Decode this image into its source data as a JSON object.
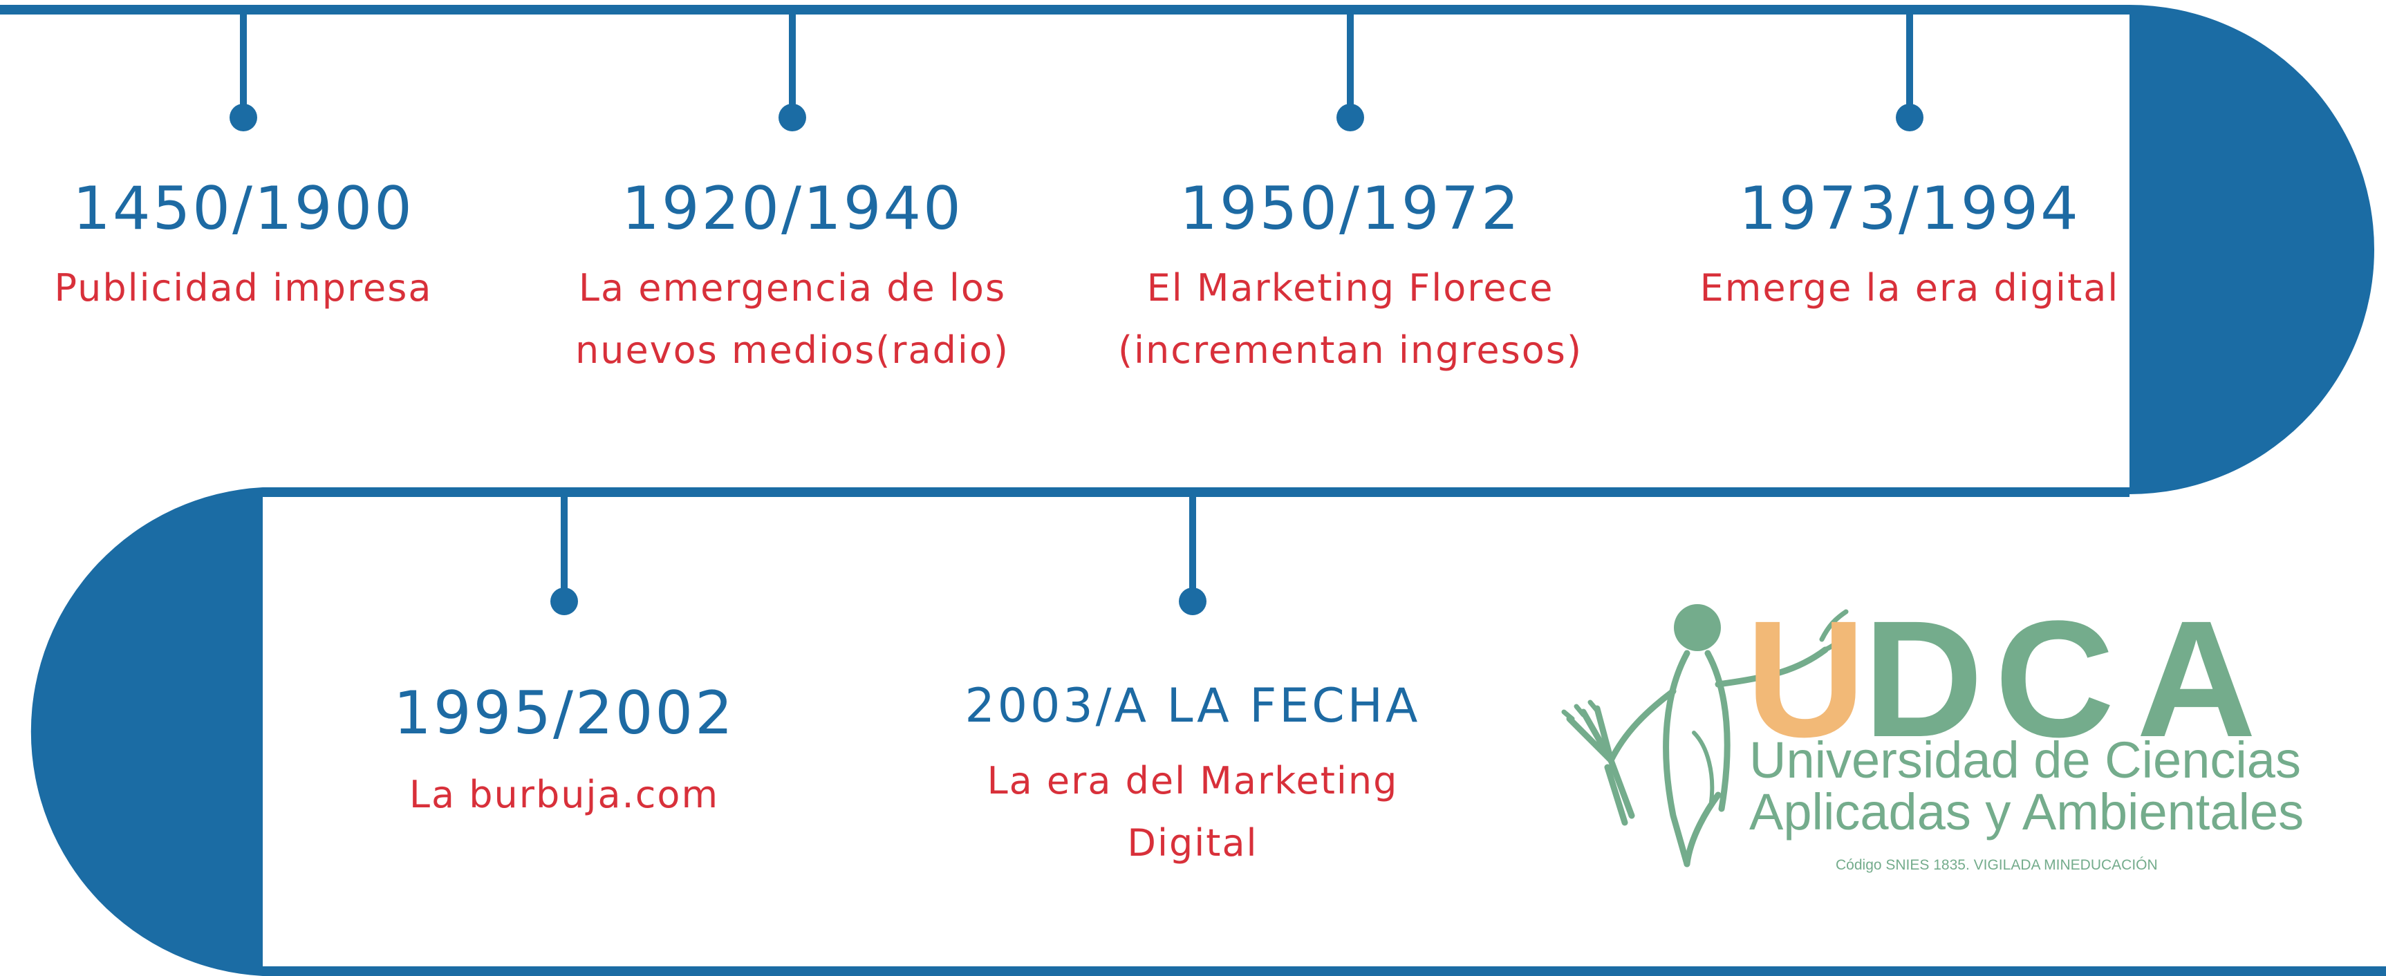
{
  "colors": {
    "track": "#1b6ca4",
    "year": "#1d6aa3",
    "description": "#d8303a",
    "logo_green": "#74ac8c",
    "logo_orange": "#f2b977"
  },
  "events": [
    {
      "year": "1450/1900",
      "description": "Publicidad impresa"
    },
    {
      "year": "1920/1940",
      "description": "La emergencia de los\nnuevos medios(radio)"
    },
    {
      "year": "1950/1972",
      "description": "El Marketing Florece\n(incrementan ingresos)"
    },
    {
      "year": "1973/1994",
      "description": "Emerge la era digital"
    },
    {
      "year": "1995/2002",
      "description": "La burbuja.com"
    },
    {
      "year": "2003/A LA FECHA",
      "description": "La era del Marketing\nDigital"
    }
  ],
  "logo": {
    "letters": [
      "U",
      "D",
      "C",
      "A"
    ],
    "name_line1": "Universidad de Ciencias",
    "name_line2": "Aplicadas y Ambientales",
    "tagline": "Código SNIES 1835. VIGILADA MINEDUCACIÓN",
    "emblem": "figure-with-wheat-icon"
  }
}
